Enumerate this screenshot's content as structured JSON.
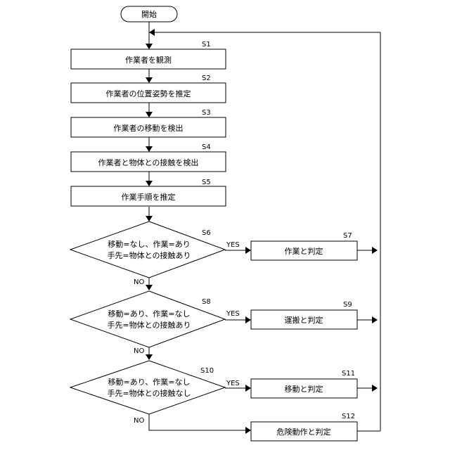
{
  "start": {
    "text": "開始"
  },
  "steps": [
    {
      "id": "S1",
      "text": "作業者を観測"
    },
    {
      "id": "S2",
      "text": "作業者の位置姿勢を推定"
    },
    {
      "id": "S3",
      "text": "作業者の移動を検出"
    },
    {
      "id": "S4",
      "text": "作業者と物体との接触を検出"
    },
    {
      "id": "S5",
      "text": "作業手順を推定"
    }
  ],
  "decisions": [
    {
      "id": "S6",
      "lines": [
        "移動=なし、作業=あり",
        "手先=物体との接触あり"
      ],
      "yes_label": "YES",
      "no_label": "NO"
    },
    {
      "id": "S8",
      "lines": [
        "移動=あり、作業=なし",
        "手先=物体との接触あり"
      ],
      "yes_label": "YES",
      "no_label": "NO"
    },
    {
      "id": "S10",
      "lines": [
        "移動=あり、作業=なし",
        "手先=物体との接触なし"
      ],
      "yes_label": "YES",
      "no_label": "NO"
    }
  ],
  "outcomes": [
    {
      "id": "S7",
      "text": "作業と判定"
    },
    {
      "id": "S9",
      "text": "運搬と判定"
    },
    {
      "id": "S11",
      "text": "移動と判定"
    },
    {
      "id": "S12",
      "text": "危険動作と判定"
    }
  ]
}
